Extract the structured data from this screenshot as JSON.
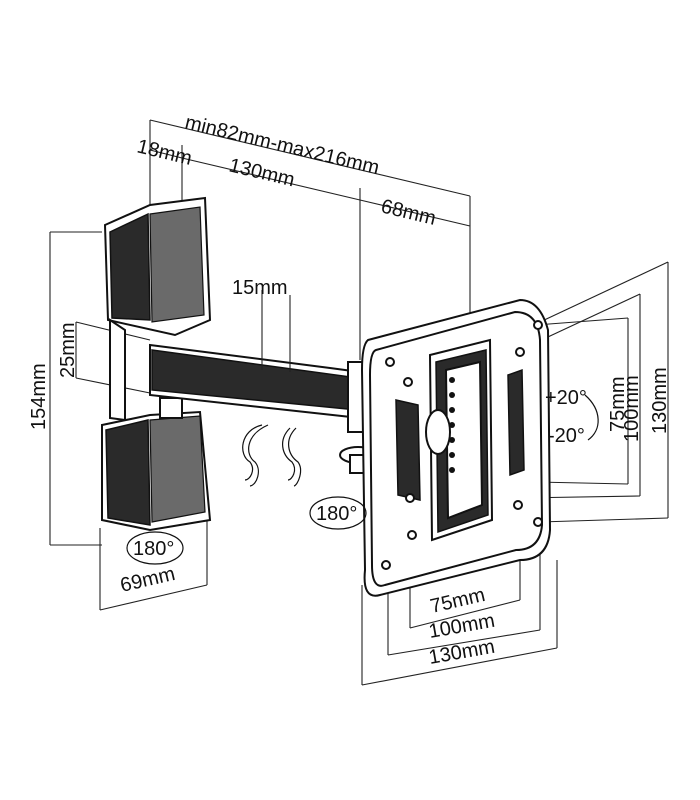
{
  "dimensions": {
    "overall_depth": "min82mm-max216mm",
    "wall_plate_depth": "18mm",
    "arm_length": "130mm",
    "plate_offset": "68mm",
    "hook_spacing": "15mm",
    "arm_height": "25mm",
    "wall_plate_height": "154mm",
    "wall_plate_width": "69mm",
    "vesa_v_75": "75mm",
    "vesa_v_100": "100mm",
    "vesa_v_130": "130mm",
    "vesa_h_75": "75mm",
    "vesa_h_100": "100mm",
    "vesa_h_130": "130mm"
  },
  "rotation": {
    "swivel_wall": "180°",
    "swivel_plate": "180°",
    "tilt_up": "+20°",
    "tilt_down": "-20°"
  },
  "colors": {
    "line": "#111111",
    "fill_dark": "#2a2a2a",
    "background": "#ffffff"
  }
}
